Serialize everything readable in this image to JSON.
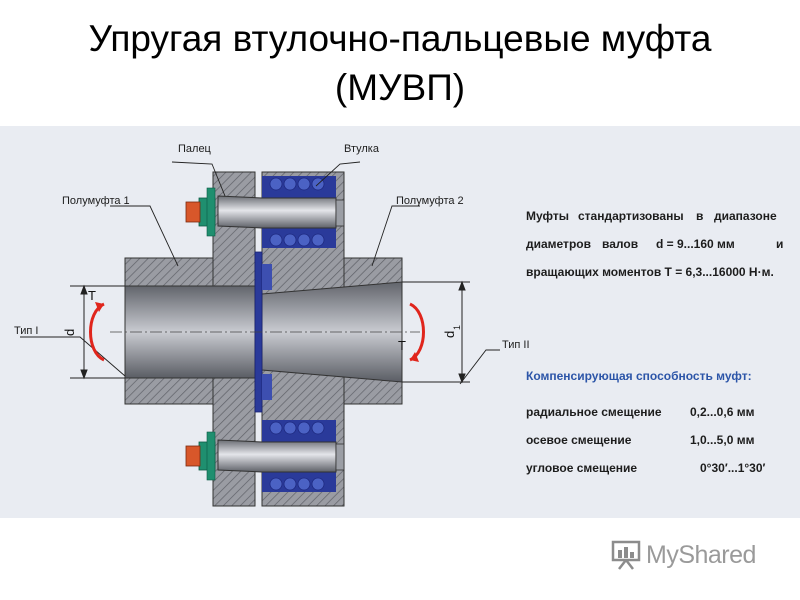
{
  "title": {
    "line1": "Упругая втулочно-пальцевые муфта",
    "line2": "(МУВП)"
  },
  "labels": {
    "palets": "Палец",
    "vtulka": "Втулка",
    "halfcoupling1": "Полумуфта 1",
    "halfcoupling2": "Полумуфта 2",
    "type1": "Тип I",
    "type2": "Тип II",
    "torque_left": "T",
    "torque_right": "T",
    "diam_left": "d",
    "diam_right": "d",
    "diam_right_sub": "1"
  },
  "description": {
    "line1_w1": "Муфты",
    "line1_w2": "стандартизованы",
    "line1_w3": "в",
    "line1_w4": "диапазоне",
    "line2_w1": "диаметров",
    "line2_w2": "валов",
    "line2_w3": "d = 9...160 мм",
    "line2_w4": "и",
    "line3": "вращающих моментов T = 6,3...16000 Н·м."
  },
  "compensation": {
    "heading": "Компенсирующая способность муфт:",
    "rows": [
      {
        "name": "радиальное смещение",
        "value": "0,2...0,6 мм"
      },
      {
        "name": "осевое смещение",
        "value": "1,0...5,0 мм"
      },
      {
        "name": "угловое смещение",
        "value": "0°30′...1°30′"
      }
    ]
  },
  "logo": {
    "text": "MyShared",
    "icon": "presentation-board-icon"
  },
  "colors": {
    "steel": "#8e9199",
    "red": "#e0251c",
    "blue": "#2a3a9a",
    "rubber": "#3d4fb0",
    "green": "#1f8f6f",
    "orange": "#d8572a",
    "heading_blue": "#2c55a8"
  }
}
